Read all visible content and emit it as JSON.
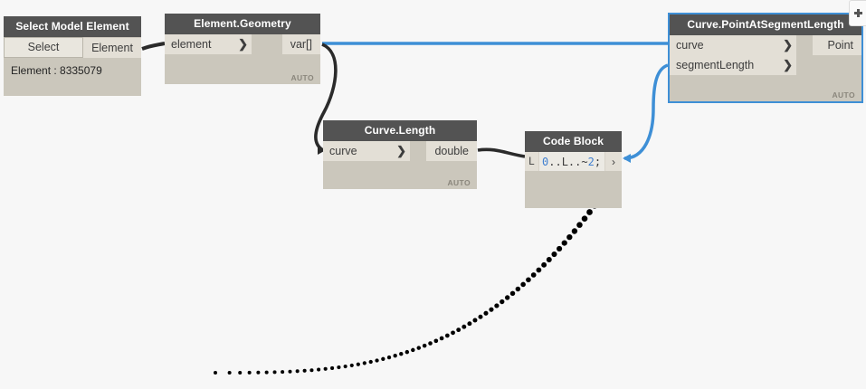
{
  "app": {
    "name": "Dynamo Graph Canvas",
    "background": "#f7f7f7"
  },
  "colors": {
    "node_header": "#535353",
    "node_body": "#cbc7bc",
    "port_row": "#e3dfd6",
    "wire_default": "#2b2b2b",
    "wire_active": "#3e8fd6",
    "selection_border": "#3e8fd6",
    "code_number": "#3f7fd0",
    "auto_label": "#8a867c"
  },
  "nodes": [
    {
      "id": "select-model-element",
      "title": "Select Model Element",
      "button_label": "Select",
      "output_label": "Element",
      "value_text": "Element : 8335079",
      "selected": false
    },
    {
      "id": "element-geometry",
      "title": "Element.Geometry",
      "inputs": [
        {
          "label": "element",
          "chevron": "❯"
        }
      ],
      "outputs": [
        {
          "label": "var[]"
        }
      ],
      "lacing": "AUTO",
      "selected": false
    },
    {
      "id": "curve-length",
      "title": "Curve.Length",
      "inputs": [
        {
          "label": "curve",
          "chevron": "❯"
        }
      ],
      "outputs": [
        {
          "label": "double"
        }
      ],
      "lacing": "AUTO",
      "selected": false
    },
    {
      "id": "code-block",
      "title": "Code Block",
      "input_label": "L",
      "code_tokens": [
        {
          "text": "0",
          "type": "number"
        },
        {
          "text": "..",
          "type": "ident"
        },
        {
          "text": "L",
          "type": "ident"
        },
        {
          "text": "..~",
          "type": "ident"
        },
        {
          "text": "2",
          "type": "number"
        },
        {
          "text": ";",
          "type": "ident"
        }
      ],
      "code_text": "0..L..~2;",
      "output_label": "›",
      "selected": false
    },
    {
      "id": "curve-pointatsegmentlength",
      "title": "Curve.PointAtSegmentLength",
      "inputs": [
        {
          "label": "curve",
          "chevron": "❯"
        },
        {
          "label": "segmentLength",
          "chevron": "❯"
        }
      ],
      "outputs": [
        {
          "label": "Point"
        }
      ],
      "lacing": "AUTO",
      "selected": true
    }
  ],
  "side_handle": {
    "icon": "move-cross-icon"
  },
  "geometry_preview": {
    "description": "dotted point curve preview",
    "point_count": 64,
    "color": "#000000"
  },
  "wires": [
    {
      "from": "select-model-element.Element",
      "to": "element-geometry.element",
      "color": "#2b2b2b"
    },
    {
      "from": "element-geometry.var[]",
      "to": "curve-length.curve",
      "color": "#2b2b2b"
    },
    {
      "from": "element-geometry.var[]",
      "to": "curve-pointatsegmentlength.curve",
      "color": "#3e8fd6"
    },
    {
      "from": "curve-length.double",
      "to": "code-block.L",
      "color": "#2b2b2b"
    },
    {
      "from": "code-block.out",
      "to": "curve-pointatsegmentlength.segmentLength",
      "color": "#3e8fd6"
    }
  ]
}
